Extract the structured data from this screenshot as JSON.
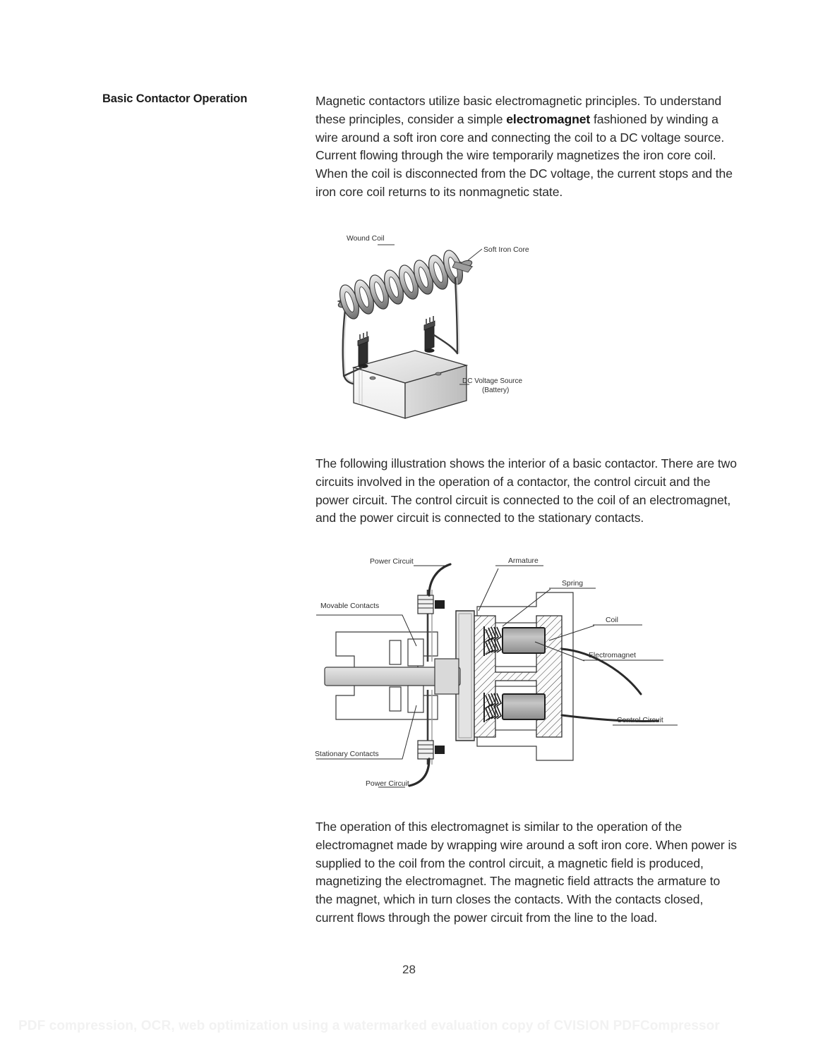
{
  "document": {
    "section_heading": "Basic Contactor Operation",
    "page_number": "28"
  },
  "paragraphs": {
    "p1_before_bold": "Magnetic contactors utilize basic electromagnetic principles. To understand these principles, consider a simple ",
    "p1_bold": "electromagnet",
    "p1_after_bold": " fashioned by winding a wire around a soft iron core and connecting the coil to a DC voltage source. Current flowing through the wire temporarily magnetizes the iron core coil. When the coil is disconnected from the DC voltage, the current stops and the iron core coil returns to its nonmagnetic state.",
    "p2": "The following illustration shows the interior of a basic contactor. There are two circuits involved in the operation of a contactor, the control circuit and the power circuit. The control circuit is connected to the coil of an electromagnet, and the power circuit is connected to the stationary contacts.",
    "p3": "The operation of this electromagnet is similar to the operation of the electromagnet made by wrapping wire around a soft iron core. When power is supplied to the coil from the control circuit, a magnetic field is produced, magnetizing the electromagnet. The magnetic field attracts the armature to the magnet, which in turn closes the contacts. With the contacts closed, current flows through the power circuit from the line to the load."
  },
  "figure_electromagnet": {
    "labels": {
      "wound_coil": "Wound Coil",
      "soft_iron_core": "Soft Iron Core",
      "dc_source_line1": "DC Voltage Source",
      "dc_source_line2": "(Battery)"
    }
  },
  "figure_contactor": {
    "labels": {
      "power_circuit_top": "Power Circuit",
      "movable_contacts": "Movable Contacts",
      "stationary_contacts": "Stationary Contacts",
      "power_circuit_bottom": "Power Circuit",
      "armature": "Armature",
      "spring": "Spring",
      "coil": "Coil",
      "electromagnet": "Electromagnet",
      "control_circuit": "Control Circuit"
    }
  },
  "footer": {
    "watermark": "PDF compression, OCR, web optimization using a watermarked evaluation copy of CVISION PDFCompressor"
  },
  "colors": {
    "text": "#2a2a2a",
    "heading": "#1c1c1c",
    "page_background": "#ffffff",
    "watermark_text": "#f2f2f2",
    "line_art": "#333333",
    "metal_fill": "#b4b4b4",
    "light_fill": "#e4e4e4"
  }
}
